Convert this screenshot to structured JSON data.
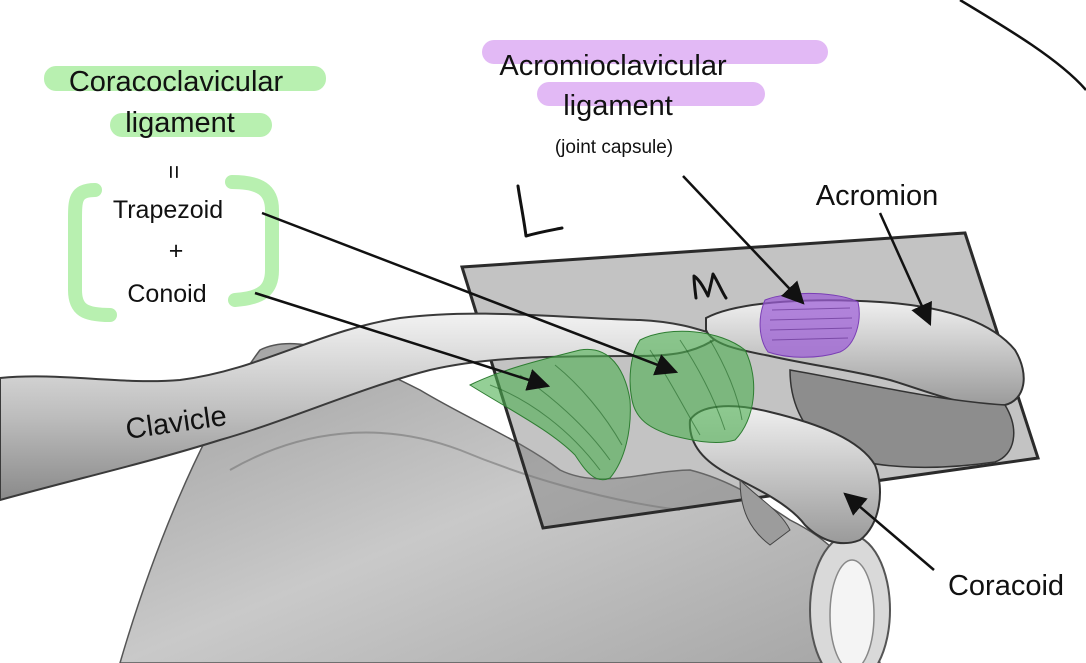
{
  "labels": {
    "coracoclavicular_line1": "Coracoclavicular",
    "coracoclavicular_line2": "ligament",
    "equals_sign": "=",
    "trapezoid": "Trapezoid",
    "plus_sign": "+",
    "conoid": "Conoid",
    "acromioclavicular_line1": "Acromioclavicular",
    "acromioclavicular_line2": "ligament",
    "joint_capsule_note": "(joint capsule)",
    "acromion": "Acromion",
    "clavicle": "Clavicle",
    "coracoid": "Coracoid",
    "handwritten_lateral": "L",
    "handwritten_medial": "M"
  },
  "colors": {
    "coracoclavicular_highlight": "#b8f0b0",
    "acromioclavicular_highlight": "#e2b9f5",
    "coracoclavicular_ligament_fill": "#4caf50",
    "acromioclavicular_ligament_fill": "#9b5cd6",
    "bone": "#cfcfcf",
    "section_plane": "#7a7a7a"
  }
}
